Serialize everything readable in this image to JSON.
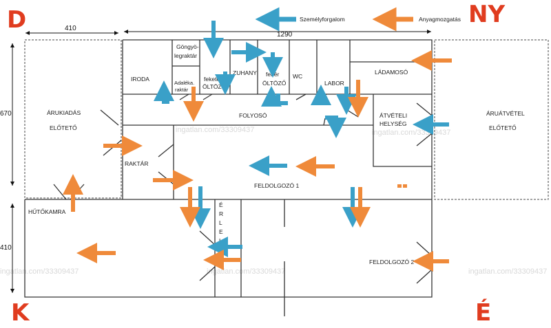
{
  "corners": {
    "nw": "D",
    "ne": "NY",
    "sw": "K",
    "se": "É"
  },
  "legend": {
    "person_label": "Személyforgalom",
    "material_label": "Anyagmozgatás",
    "person_color": "#3aa0c8",
    "material_color": "#ef8a3a"
  },
  "dimensions": {
    "top_left": "410",
    "top_main": "1290",
    "left_upper": "670",
    "left_lower": "410"
  },
  "rooms": {
    "arukiadas": "ÁRUKIADÁS",
    "arukiadas_2": "ELŐTETŐ",
    "aruatvetel": "ÁRUÁTVÉTEL",
    "aruatvetel_2": "ELŐTETŐ",
    "iroda": "IRODA",
    "gongyoleg": "Göngyö-",
    "gongyoleg_2": "legraktár",
    "adalek": "Adaléka.",
    "adalek_2": "raktár",
    "fekete": "fekete",
    "fekete_2": "ÖLTÖZŐ",
    "zuhany": "ZUHANY",
    "feher": "fehér",
    "feher_2": "ÖLTÖZŐ",
    "wc": "WC",
    "labor": "LABOR",
    "ladamoso": "LÁDAMOSÓ",
    "folyoso": "FOLYOSÓ",
    "atveteli": "ÁTVÉTELI",
    "atveteli_2": "HELYSÉG",
    "raktar": "RAKTÁR",
    "feldolgozo1": "FELDOLGOZÓ 1",
    "feldolgozo2": "FELDOLGOZÓ 2",
    "hutokamra": "HŰTŐKAMRA",
    "erlelo": [
      "É",
      "R",
      "L",
      "E",
      "L",
      "Ő"
    ]
  },
  "watermark": "ingatlan.com/33309437"
}
